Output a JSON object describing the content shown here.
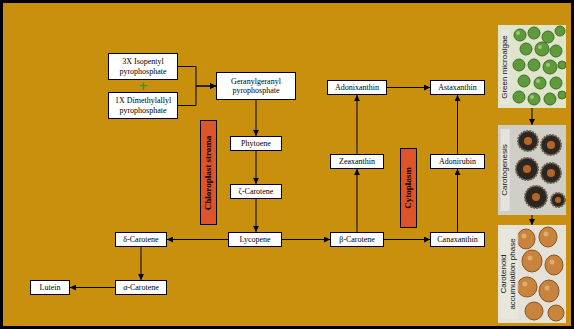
{
  "diagram": {
    "nodes": [
      {
        "text": [
          "3X Isopentyl pyrophosphate"
        ]
      },
      {
        "text": [
          "1X Dimethylallyl pyrophosphate"
        ]
      },
      {
        "text": [
          "Geranylgeranyl pyrophosphate"
        ]
      },
      {
        "text": [
          "Phytoene"
        ]
      },
      {
        "text": [
          "Chloroplast stroma"
        ]
      },
      {
        "text": [
          "ζ-Carotene"
        ]
      },
      {
        "text": [
          "Adonixanthin"
        ]
      },
      {
        "text": [
          "Astaxanthin"
        ]
      },
      {
        "text": [
          "Zeaxanthin"
        ]
      },
      {
        "text": [
          "Cytoplasm"
        ]
      },
      {
        "text": [
          "Adonirubin"
        ]
      },
      {
        "text": [
          "δ-Carotene"
        ]
      },
      {
        "text": [
          "Lycopene"
        ]
      },
      {
        "text": [
          "β-Carotene"
        ]
      },
      {
        "text": [
          "Canaxanthin"
        ]
      },
      {
        "text": [
          "Lutein"
        ]
      },
      {
        "text": [
          "α-Carotene"
        ]
      },
      {
        "text": [
          "Green microalgae"
        ]
      },
      {
        "text": [
          "Carotogenesis"
        ]
      },
      {
        "text": [
          "Carotenoid accumulation phase"
        ]
      }
    ],
    "edges": [
      {
        "from": 0,
        "to": 2,
        "arrow": "to"
      },
      {
        "from": 1,
        "to": 2,
        "arrow": "to"
      },
      {
        "from": 2,
        "to": 3,
        "arrow": "to"
      },
      {
        "from": 3,
        "to": 5,
        "arrow": "to"
      },
      {
        "from": 5,
        "to": 12,
        "arrow": "to"
      },
      {
        "from": 12,
        "to": 11,
        "arrow": "to"
      },
      {
        "from": 12,
        "to": 13,
        "arrow": "to"
      },
      {
        "from": 11,
        "to": 16,
        "arrow": "to"
      },
      {
        "from": 16,
        "to": 15,
        "arrow": "to"
      },
      {
        "from": 13,
        "to": 8,
        "arrow": "to"
      },
      {
        "from": 8,
        "to": 6,
        "arrow": "to"
      },
      {
        "from": 6,
        "to": 7,
        "arrow": "to"
      },
      {
        "from": 13,
        "to": 14,
        "arrow": "to"
      },
      {
        "from": 14,
        "to": 10,
        "arrow": "to"
      },
      {
        "from": 10,
        "to": 7,
        "arrow": "to"
      },
      {
        "from": 17,
        "to": 18,
        "arrow": "to"
      },
      {
        "from": 18,
        "to": 19,
        "arrow": "to"
      }
    ],
    "labels": [
      "+"
    ]
  }
}
